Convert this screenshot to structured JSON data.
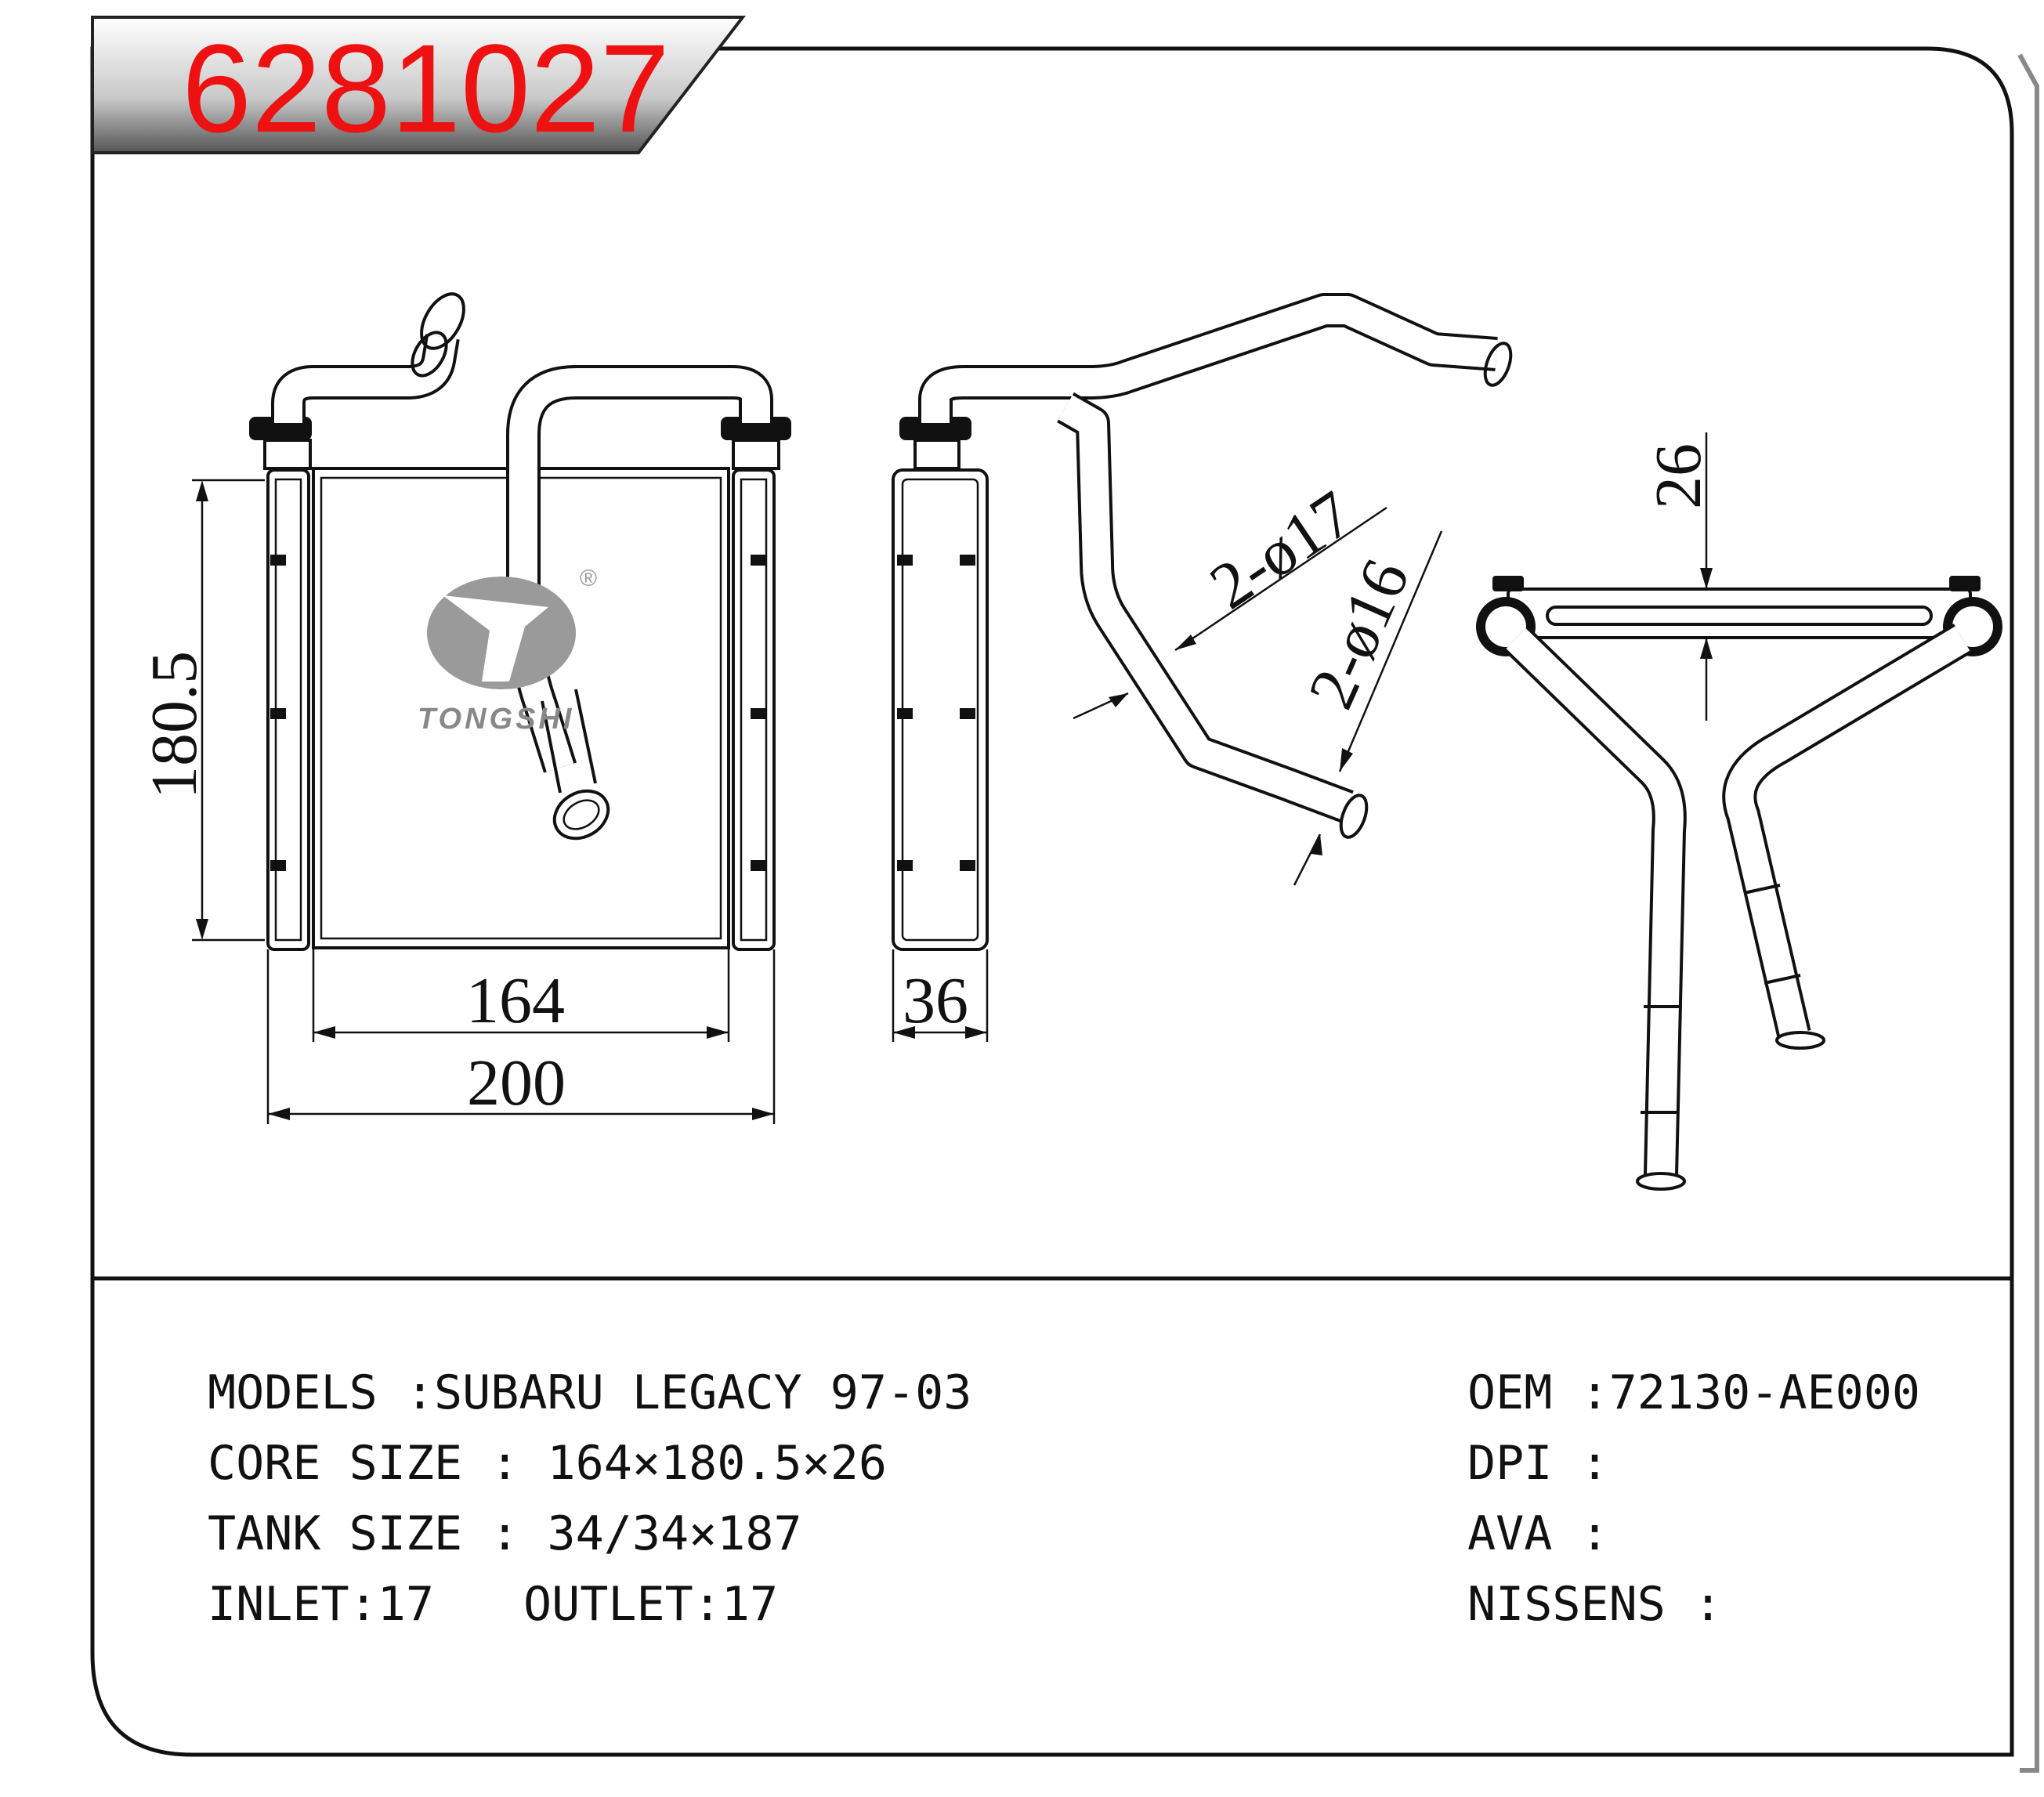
{
  "part_number": "6281027",
  "logo": {
    "text": "TONGSHI",
    "mark": "®"
  },
  "dimensions": {
    "height": "180.5",
    "core_width": "164",
    "overall_width": "200",
    "depth": "36",
    "outlet_dia": "2-ø17",
    "inlet_dia": "2-ø16",
    "core_thickness": "26"
  },
  "specs_left": {
    "models": "MODELS :SUBARU LEGACY 97-03",
    "core_size": "CORE SIZE : 164×180.5×26",
    "tank_size": "TANK SIZE : 34/34×187",
    "inlet": "INLET:17",
    "outlet": "OUTLET:17"
  },
  "specs_right": {
    "oem": "OEM :72130-AE000",
    "dpi": "DPI :",
    "ava": "AVA :",
    "nissens": "NISSENS :"
  }
}
